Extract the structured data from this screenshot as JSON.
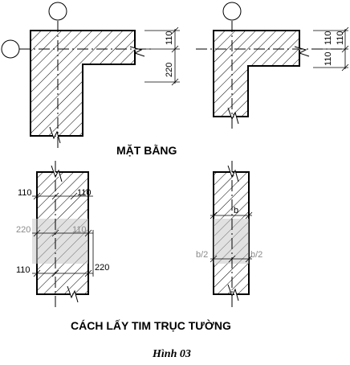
{
  "plan_view": {
    "title": "MẶT BẰNG",
    "left_dims": [
      "110",
      "220"
    ],
    "right_dims": [
      "110",
      "110",
      "110"
    ]
  },
  "section_view": {
    "title": "CÁCH LẤY TIM TRỤC TƯỜNG",
    "left_dims": {
      "top_left": "110",
      "top_right": "110",
      "mid_left": "220",
      "mid_right": "110",
      "bottom_left": "110",
      "bottom_right": "220"
    },
    "right_dims": {
      "center": "b",
      "left": "b/2",
      "right": "b/2"
    }
  },
  "caption": "Hình 03",
  "colors": {
    "ink": "#000000",
    "ghost": "#c8c8c8",
    "background": "#ffffff"
  }
}
